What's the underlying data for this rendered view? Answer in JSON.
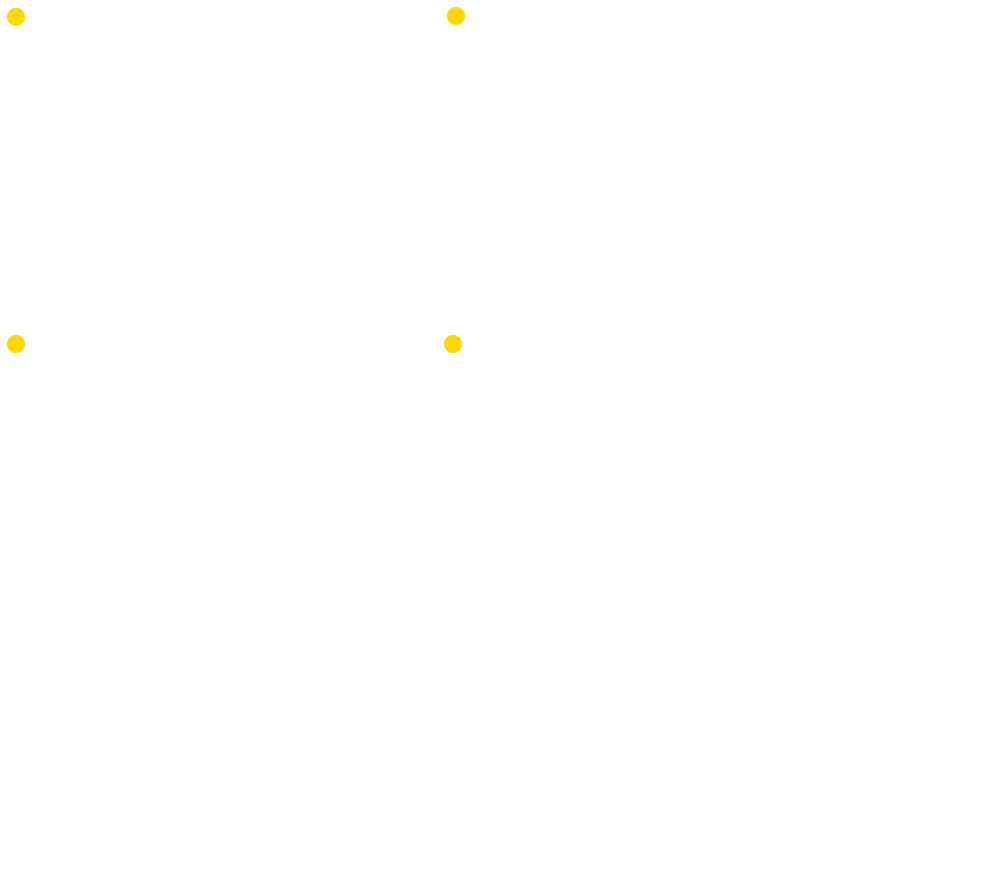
{
  "canvas": {
    "background": "#ffffff"
  },
  "markers": [
    {
      "name": "marker-dot-1",
      "color": "#FFD700"
    },
    {
      "name": "marker-dot-2",
      "color": "#FFD700"
    },
    {
      "name": "marker-dot-3",
      "color": "#FFD700"
    },
    {
      "name": "marker-dot-4",
      "color": "#FFD700"
    }
  ]
}
